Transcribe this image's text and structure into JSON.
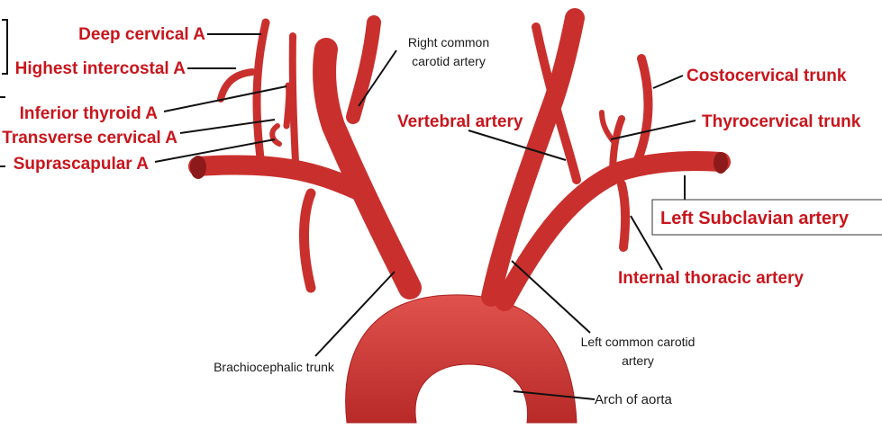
{
  "labels": {
    "deep_cervical": "Deep cervical A",
    "highest_intercostal": "Highest intercostal A",
    "inferior_thyroid": "Inferior thyroid A",
    "transverse_cervical": "Transverse cervical A",
    "suprascapular": "Suprascapular A",
    "right_common_carotid_1": "Right common",
    "right_common_carotid_2": "carotid artery",
    "vertebral": "Vertebral artery",
    "costocervical": "Costocervical trunk",
    "thyrocervical": "Thyrocervical trunk",
    "left_subclavian": "Left Subclavian artery",
    "internal_thoracic": "Internal thoracic artery",
    "left_common_carotid_1": "Left common carotid",
    "left_common_carotid_2": "artery",
    "brachiocephalic": "Brachiocephalic trunk",
    "arch_of_aorta": "Arch of aorta"
  },
  "colors": {
    "artery": "#d23f3c",
    "artery_dark": "#a8201f",
    "artery_light": "#e8706a",
    "label_red": "#c8161d"
  }
}
